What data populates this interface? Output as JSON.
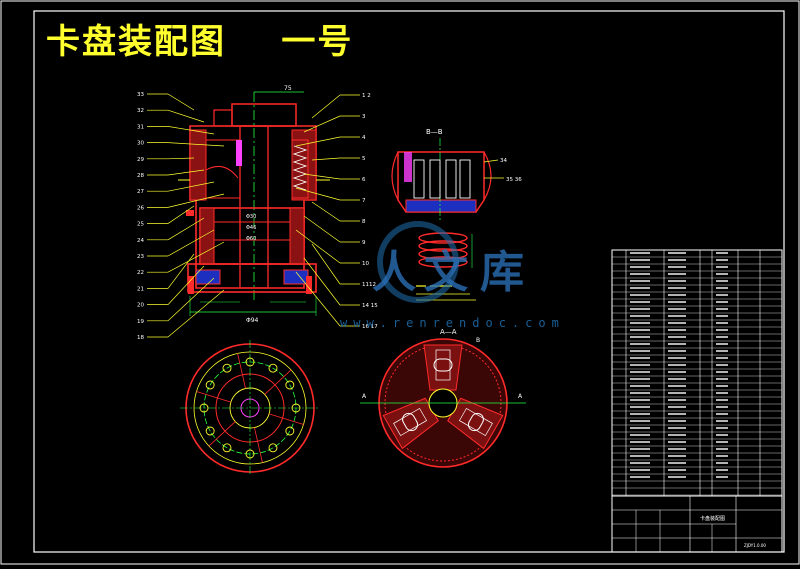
{
  "title": "卡盘装配图    一号",
  "section_labels": {
    "bb": "B—B",
    "aa": "A—A",
    "a_left": "A",
    "a_right": "A",
    "b": "B"
  },
  "leaders_left": [
    "33",
    "32",
    "31",
    "30",
    "29",
    "28",
    "27",
    "26",
    "25",
    "24",
    "23",
    "22",
    "21",
    "20",
    "19",
    "18"
  ],
  "leaders_right": [
    "1 2",
    "3",
    "4",
    "5",
    "6",
    "7",
    "8",
    "9",
    "10",
    "1112",
    "14 15",
    "16 17"
  ],
  "leader_bb": [
    "34",
    "35 36"
  ],
  "dimensions": {
    "top": "75",
    "bottom": "Φ94"
  },
  "watermark": {
    "chars": [
      "人",
      "文",
      "库"
    ],
    "url": "www.renrendoc.com"
  },
  "title_block": {
    "drawing_name": "卡盘装配图",
    "drawing_no": "ZJDY1.0.00"
  },
  "colors": {
    "outline": "#ff2a2a",
    "yellow": "#ffff2e",
    "green": "#22ff44",
    "cyan": "#2ee6ff",
    "white": "#ffffff",
    "magenta": "#ff40ff"
  }
}
